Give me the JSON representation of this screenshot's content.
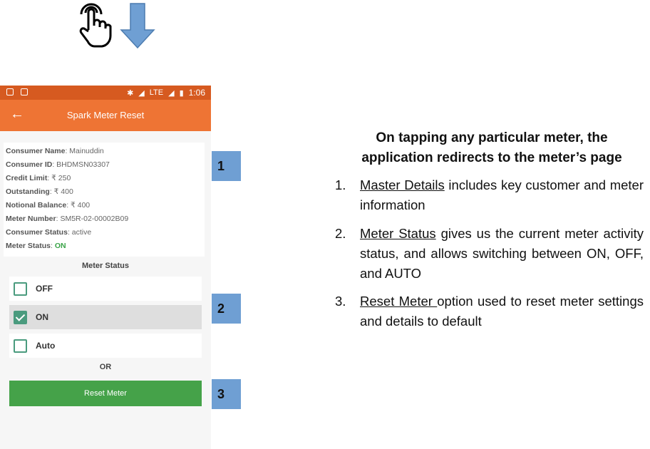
{
  "phone": {
    "status_time": "1:06",
    "status_network": "LTE",
    "app_title": "Spark Meter Reset",
    "details": [
      {
        "label": "Consumer Name",
        "value": ": Mainuddin"
      },
      {
        "label": "Consumer ID",
        "value": ": BHDMSN03307"
      },
      {
        "label": "Credit Limit",
        "value": ": ₹ 250"
      },
      {
        "label": "Outstanding",
        "value": ": ₹ 400"
      },
      {
        "label": "Notional Balance",
        "value": ": ₹ 400"
      },
      {
        "label": "Meter Number",
        "value": ": SM5R-02-00002B09"
      },
      {
        "label": "Consumer Status",
        "value": ": active"
      },
      {
        "label": "Meter Status",
        "value": ": ",
        "status": "ON"
      }
    ],
    "meter_status_title": "Meter Status",
    "options": [
      {
        "label": "OFF",
        "checked": false
      },
      {
        "label": "ON",
        "checked": true
      },
      {
        "label": "Auto",
        "checked": false
      }
    ],
    "or_label": "OR",
    "reset_button": "Reset Meter"
  },
  "callouts": [
    "1",
    "2",
    "3"
  ],
  "description": {
    "heading_line1": "On tapping any particular meter, the",
    "heading_line2": "application redirects to the meter’s page",
    "items": [
      {
        "num": "1.",
        "link": "Master Details",
        "rest": " includes key customer and meter information"
      },
      {
        "num": "2.",
        "link": "Meter Status",
        "rest": " gives us the current meter activity status, and allows switching between ON, OFF, and AUTO"
      },
      {
        "num": "3.",
        "link": "Reset Meter ",
        "rest": "option used to reset meter settings and details to default"
      }
    ]
  },
  "colors": {
    "appbar": "#ee7434",
    "statusbar": "#d65a20",
    "reset_button": "#45a249",
    "callout": "#6f9fd3",
    "arrow": "#6f9fd3"
  }
}
